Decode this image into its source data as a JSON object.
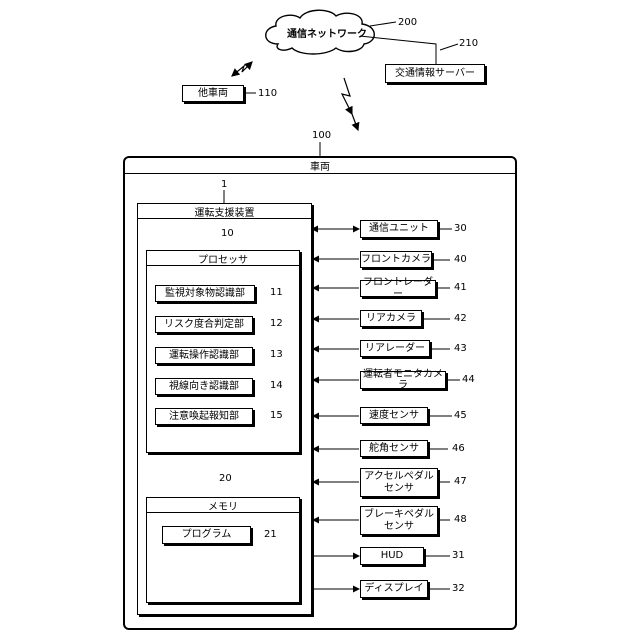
{
  "network": {
    "label": "通信ネットワーク",
    "ref": "200"
  },
  "traffic_server": {
    "label": "交通情報サーバー",
    "ref": "210"
  },
  "other_vehicle": {
    "label": "他車両",
    "ref": "110"
  },
  "vehicle": {
    "label": "車両",
    "ref": "100"
  },
  "driving_support": {
    "label": "運転支援装置",
    "ref": "1"
  },
  "processor": {
    "label": "プロセッサ",
    "ref": "10"
  },
  "processor_units": [
    {
      "label": "監視対象物認識部",
      "ref": "11"
    },
    {
      "label": "リスク度合判定部",
      "ref": "12"
    },
    {
      "label": "運転操作認識部",
      "ref": "13"
    },
    {
      "label": "視線向き認識部",
      "ref": "14"
    },
    {
      "label": "注意喚起報知部",
      "ref": "15"
    }
  ],
  "memory": {
    "label": "メモリ",
    "ref": "20"
  },
  "program": {
    "label": "プログラム",
    "ref": "21"
  },
  "peripherals": [
    {
      "label": "通信ユニット",
      "ref": "30"
    },
    {
      "label": "フロントカメラ",
      "ref": "40"
    },
    {
      "label": "フロントレーダー",
      "ref": "41"
    },
    {
      "label": "リアカメラ",
      "ref": "42"
    },
    {
      "label": "リアレーダー",
      "ref": "43"
    },
    {
      "label": "運転者モニタカメラ",
      "ref": "44"
    },
    {
      "label": "速度センサ",
      "ref": "45"
    },
    {
      "label": "舵角センサ",
      "ref": "46"
    },
    {
      "label": "アクセルペダル\nセンサ",
      "ref": "47"
    },
    {
      "label": "ブレーキペダル\nセンサ",
      "ref": "48"
    },
    {
      "label": "HUD",
      "ref": "31"
    },
    {
      "label": "ディスプレイ",
      "ref": "32"
    }
  ]
}
